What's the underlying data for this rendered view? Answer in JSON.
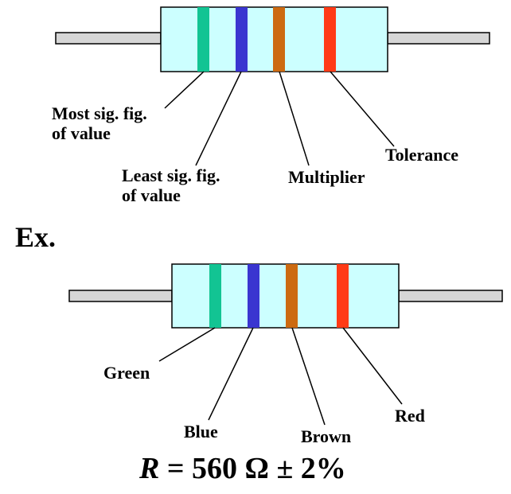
{
  "top_diagram": {
    "band_colors": [
      "#12c493",
      "#3a35d0",
      "#cc6a11",
      "#ff3a16"
    ],
    "body_color": "#ccffff",
    "lead_color": "#d6d6d6",
    "labels": {
      "most_sig_line1": "Most sig. fig.",
      "most_sig_line2": "of value",
      "least_sig_line1": "Least sig. fig.",
      "least_sig_line2": "of value",
      "multiplier": "Multiplier",
      "tolerance": "Tolerance"
    }
  },
  "example": {
    "heading": "Ex.",
    "band_colors": [
      "#12c493",
      "#3a35d0",
      "#cc6a11",
      "#ff3a16"
    ],
    "labels": {
      "band1": "Green",
      "band2": "Blue",
      "band3": "Brown",
      "band4": "Red"
    },
    "result": {
      "symbol": "R",
      "equals": " = ",
      "value": "560 Ω ± 2%"
    }
  }
}
